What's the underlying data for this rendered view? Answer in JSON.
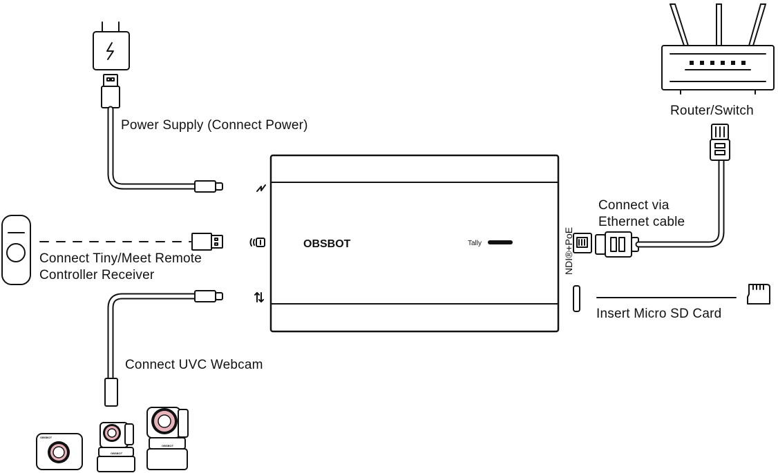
{
  "device": {
    "brand": "OBSBOT",
    "tally_label": "Tally",
    "ethernet_port_label": "NDI®+PoE"
  },
  "labels": {
    "power": "Power Supply (Connect Power)",
    "remote_line1": "Connect Tiny/Meet Remote",
    "remote_line2": "Controller Receiver",
    "webcam": "Connect  UVC Webcam",
    "router": "Router/Switch",
    "ethernet_line1": "Connect via",
    "ethernet_line2": "Ethernet cable",
    "sd_card": "Insert Micro SD Card"
  },
  "webcam_brand": "OBSBOT",
  "icons": [
    "power-adapter-icon",
    "remote-controller-icon",
    "router-icon",
    "micro-sd-card-icon",
    "webcam-icon",
    "lightning-icon",
    "wireless-receiver-icon",
    "usb-transfer-icon"
  ]
}
